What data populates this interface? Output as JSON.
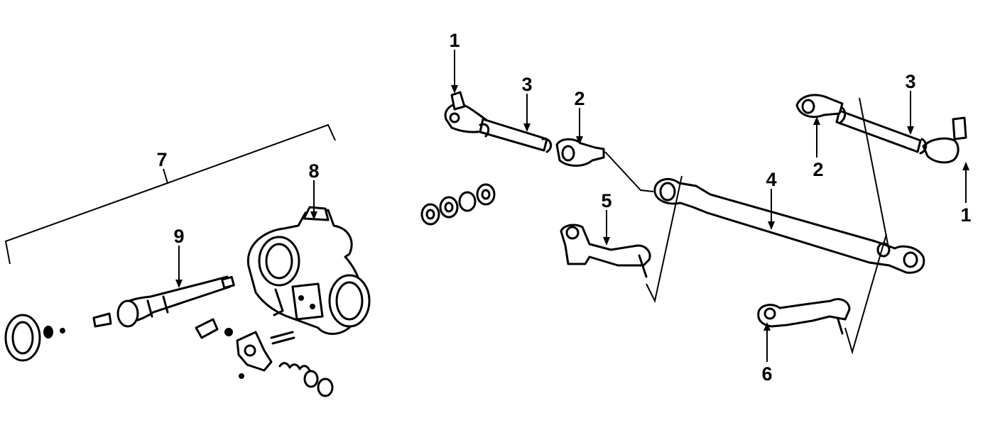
{
  "diagram": {
    "callouts": {
      "c1a": "1",
      "c1b": "1",
      "c2a": "2",
      "c2b": "2",
      "c3a": "3",
      "c3b": "3",
      "c4": "4",
      "c5": "5",
      "c6": "6",
      "c7": "7",
      "c8": "8",
      "c9": "9"
    }
  }
}
